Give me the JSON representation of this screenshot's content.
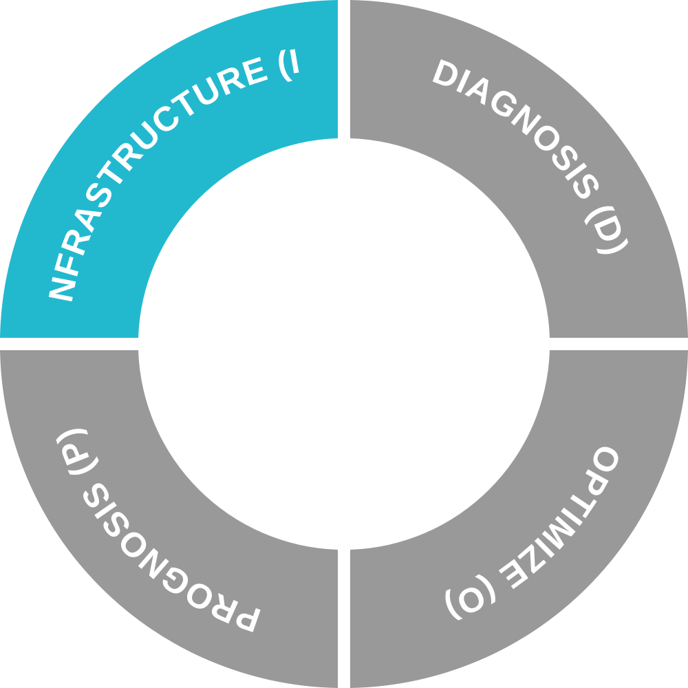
{
  "diagram": {
    "segments": [
      {
        "id": "infrastructure",
        "label": "INFRASTRUCTURE (I)",
        "color": "#22B9CF",
        "active": true
      },
      {
        "id": "diagnosis",
        "label": "DIAGNOSIS (D)",
        "color": "#999999",
        "active": false
      },
      {
        "id": "optimize",
        "label": "OPTIMIZE (O)",
        "color": "#999999",
        "active": false
      },
      {
        "id": "prognosis",
        "label": "PROGNOSIS (P)",
        "color": "#999999",
        "active": false
      }
    ],
    "colors": {
      "accent": "#22B9CF",
      "inactive": "#999999",
      "label": "#FFFFFF",
      "background": "#FFFFFF"
    }
  }
}
